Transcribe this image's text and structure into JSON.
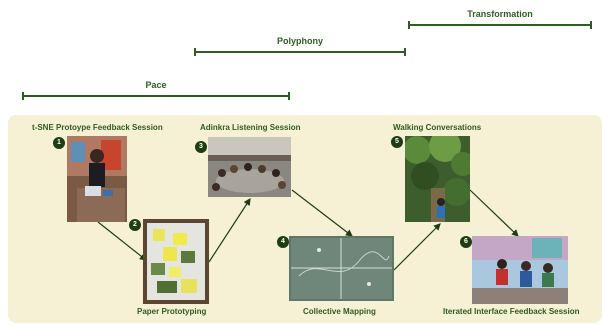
{
  "phases": [
    {
      "id": "pace",
      "label": "Pace"
    },
    {
      "id": "polyphony",
      "label": "Polyphony"
    },
    {
      "id": "transformation",
      "label": "Transformation"
    }
  ],
  "sessions": [
    {
      "number": "1",
      "title": "t-SNE Protoype Feedback Session",
      "image": "workshop-photo"
    },
    {
      "number": "2",
      "title": "Paper Prototyping",
      "image": "paper-prototype-photo"
    },
    {
      "number": "3",
      "title": "Adinkra Listening Session",
      "image": "group-circle-photo"
    },
    {
      "number": "4",
      "title": "Collective Mapping",
      "image": "map-photo"
    },
    {
      "number": "5",
      "title": "Walking Conversations",
      "image": "forest-walk-photo"
    },
    {
      "number": "6",
      "title": "Iterated Interface Feedback Session",
      "image": "group-interview-photo"
    }
  ],
  "colors": {
    "accent": "#2e5d22",
    "badge": "#1e3d12",
    "panel": "#f6f0d4"
  }
}
